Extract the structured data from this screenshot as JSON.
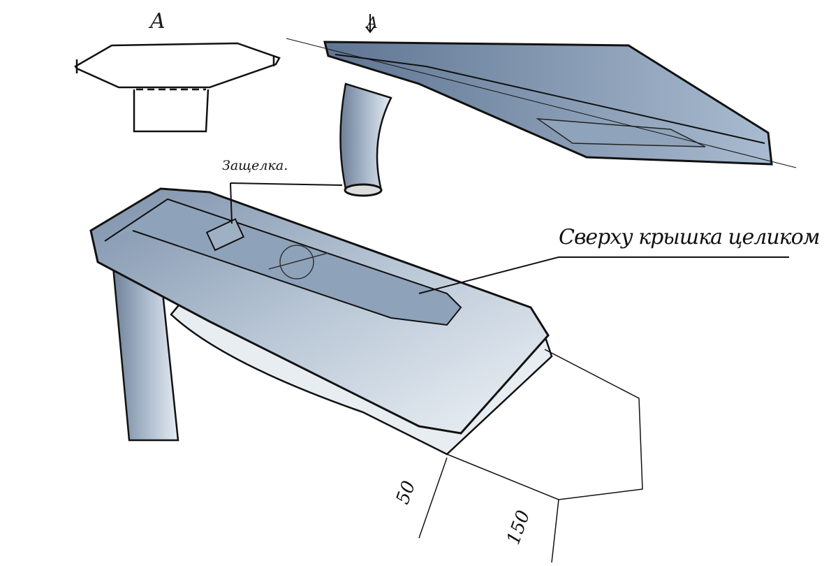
{
  "section_view": {
    "label": "A"
  },
  "section_marker": {
    "label": "A"
  },
  "annotations": {
    "latch": "Защелка.",
    "lid": "Сверху крышка целиком"
  },
  "dimensions": {
    "height": "50",
    "length": "150"
  },
  "colors": {
    "body": "#8fa3bb",
    "body_light": "#c9d4e0",
    "body_dark": "#4a5a70",
    "ink": "#111111"
  }
}
